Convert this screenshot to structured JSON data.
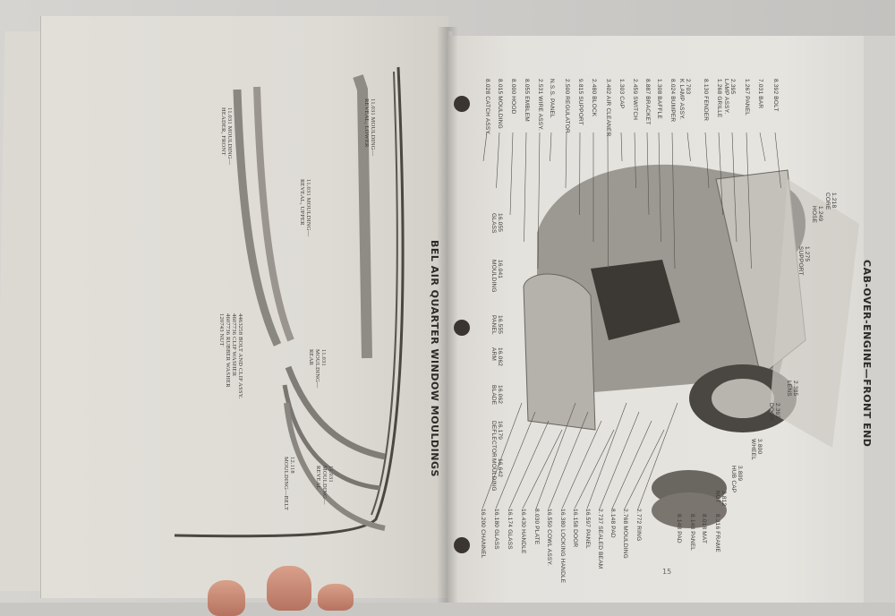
{
  "left_page": {
    "title": "BEL AIR QUARTER WINDOW MOULDINGS",
    "callouts": [
      "11.031 MOULDING—\nHEADER, FRONT",
      "11.031 MOULDING—\nREVEAL, UPPER",
      "11.031 MOULDING—\nREVEAL, LOWER",
      "4463258 BOLT AND CLIP ASSY.\n4607736 CLIP WASHER\n4607736 RUBBER WASHER\n120743 NUT",
      "11.031\nMOULDING—\nREAR",
      "11.031\nMOULDING—\nREVEAL",
      "12.118\nMOULDING—BELT"
    ]
  },
  "right_page": {
    "title": "CAB-OVER-ENGINE—FRONT END",
    "page_number": "15",
    "top_labels": [
      "8.028 CATCH ASSY.",
      "8.015 MOULDING",
      "8.000 HOOD",
      "8.055 EMBLEM",
      "2.531 WIRE ASSY.",
      "N.S.S. PANEL",
      "2.500 REGULATOR",
      "9.815 SUPPORT",
      "2.480 BLOCK",
      "3.402 AIR CLEANER",
      "1.303 CAP",
      "2.459 SWITCH",
      "8.887 BRACKET",
      "1.308 BAFFLE",
      "8.024 BUMPER",
      "2.703\nK LAMP ASSY.",
      "8.130 FENDER",
      "1.268 GRILLE",
      "2.395\nLAMP ASSY.",
      "1.267 PANEL",
      "7.031 BAR",
      "8.392 BOLT"
    ],
    "side_labels": [
      "16.055\nGLASS",
      "16.041\nMOULDING",
      "16.555\nPANEL",
      "16.062\nARM",
      "16.062\nBLADE",
      "16.179\nDEFLECTOR",
      "16.642\nMOULDING"
    ],
    "bottom_labels": [
      "16.200 CHANNEL",
      "16.180 GLASS",
      "16.174 GLASS",
      "16.430 HANDLE",
      "8.030 PLATE",
      "16.550 COWL ASSY.",
      "16.380 LOCKING HANDLE",
      "16.158 DOOR",
      "16.597 PANEL",
      "2.737 SEALED BEAM",
      "8.148 PAD",
      "2.768 MOULDING",
      "2.772 RING"
    ],
    "right_labels": [
      "1.218\nCORE",
      "1.249\nHOSE",
      "1.275\nSUPPORT",
      "2.385\nLENS",
      "2.393\nDOOR",
      "3.800\nWHEEL",
      "3.809\nHUB CAP",
      "3.812\nNUT",
      "8.148 PAD",
      "8.148 PANEL",
      "8.018 MAT",
      "8.316 FRAME"
    ]
  }
}
